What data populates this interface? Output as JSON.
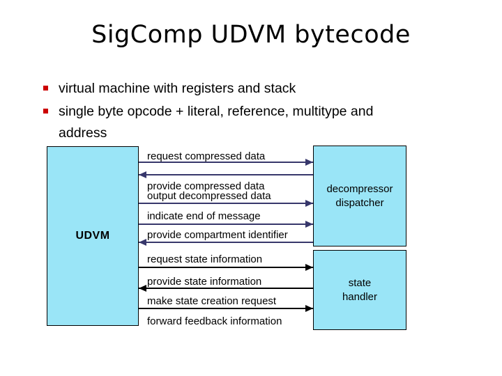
{
  "title": "SigComp UDVM bytecode",
  "bullets": [
    {
      "lines": [
        "virtual machine with registers and stack"
      ]
    },
    {
      "lines": [
        "single byte opcode + literal, reference, multitype and",
        "address"
      ]
    }
  ],
  "colors": {
    "background": "#ffffff",
    "text": "#000000",
    "bullet_marker": "#cc0000",
    "box_fill": "#9ae5f7",
    "box_border": "#000000",
    "udvm_dispatcher_arrow": "#37376b",
    "state_handler_arrow": "#000000"
  },
  "diagram": {
    "boxes": [
      {
        "id": "udvm",
        "label": "UDVM"
      },
      {
        "id": "decompressor-dispatcher",
        "label_lines": [
          "decompressor",
          "dispatcher"
        ]
      },
      {
        "id": "state-handler",
        "label_lines": [
          "state",
          "handler"
        ]
      }
    ],
    "rows": [
      {
        "type": "label",
        "text": "request compressed data",
        "section": "top"
      },
      {
        "type": "arrow",
        "direction": "right",
        "section": "top"
      },
      {
        "type": "arrow",
        "direction": "left",
        "section": "top"
      },
      {
        "type": "label",
        "text": "provide compressed data",
        "section": "top"
      },
      {
        "type": "label",
        "text": "output decompressed data",
        "section": "top"
      },
      {
        "type": "arrow",
        "direction": "right",
        "section": "top"
      },
      {
        "type": "label",
        "text": "indicate end of message",
        "section": "top"
      },
      {
        "type": "arrow",
        "direction": "right",
        "section": "top"
      },
      {
        "type": "label",
        "text": "provide compartment identifier",
        "section": "top"
      },
      {
        "type": "arrow",
        "direction": "left",
        "section": "top"
      },
      {
        "type": "label",
        "text": "request state information",
        "section": "bottom"
      },
      {
        "type": "arrow",
        "direction": "right",
        "section": "bottom"
      },
      {
        "type": "label",
        "text": "provide state information",
        "section": "bottom"
      },
      {
        "type": "arrow",
        "direction": "left",
        "section": "bottom"
      },
      {
        "type": "label",
        "text": "make state creation request",
        "section": "bottom"
      },
      {
        "type": "arrow",
        "direction": "right",
        "section": "bottom"
      },
      {
        "type": "label",
        "text": "forward feedback information",
        "section": "bottom"
      }
    ]
  }
}
